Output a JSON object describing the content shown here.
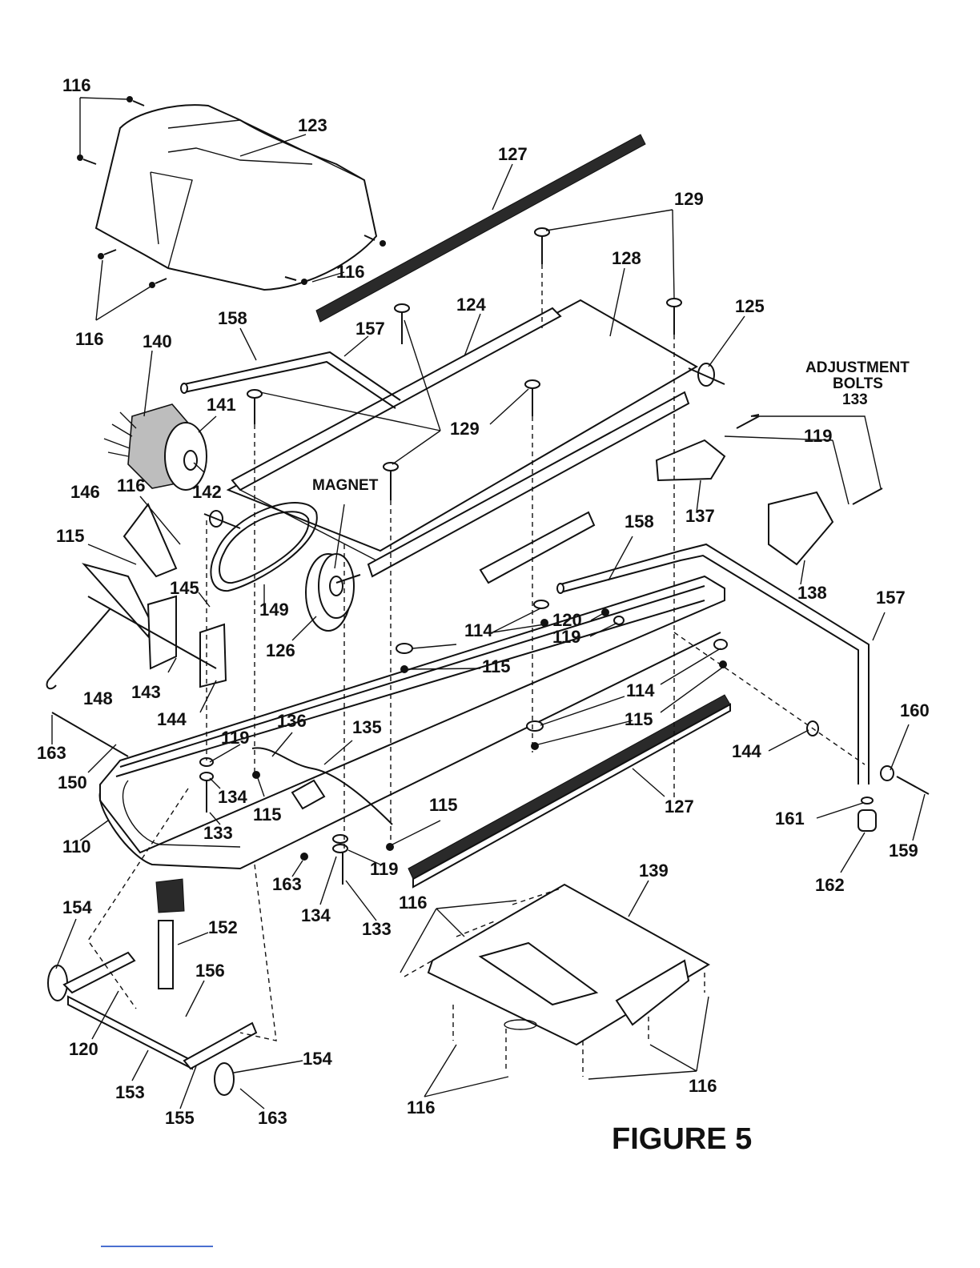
{
  "figure": {
    "title": "FIGURE 5"
  },
  "colors": {
    "ink": "#111111",
    "paper": "#ffffff",
    "link_rule": "#4a6fd0"
  },
  "callouts": {
    "c116a": "116",
    "c123": "123",
    "c127a": "127",
    "c129a": "129",
    "c128": "128",
    "c116b": "116",
    "c116c": "116",
    "c124": "124",
    "c125": "125",
    "c158a": "158",
    "c157a": "157",
    "c140": "140",
    "c141": "141",
    "c129b": "129",
    "c119a": "119",
    "c142": "142",
    "c116d": "116",
    "c146": "146",
    "c115a": "115",
    "c137": "137",
    "c138": "138",
    "c158b": "158",
    "c157b": "157",
    "c145": "145",
    "c149": "149",
    "c126": "126",
    "c114a": "114",
    "c115b": "115",
    "c120a": "120",
    "c119b": "119",
    "c148": "148",
    "c143": "143",
    "c144a": "144",
    "c114b": "114",
    "c115c": "115",
    "c160": "160",
    "c163a": "163",
    "c119c": "119",
    "c136": "136",
    "c135": "135",
    "c144b": "144",
    "c150": "150",
    "c134a": "134",
    "c115d": "115",
    "c127b": "127",
    "c161": "161",
    "c159": "159",
    "c110": "110",
    "c133a": "133",
    "c115e": "115",
    "c119d": "119",
    "c163b": "163",
    "c162": "162",
    "c139": "139",
    "c154a": "154",
    "c152": "152",
    "c134b": "134",
    "c133b": "133",
    "c116e": "116",
    "c156": "156",
    "c120b": "120",
    "c154b": "154",
    "c153": "153",
    "c155": "155",
    "c163c": "163",
    "c116f": "116",
    "c116g": "116"
  },
  "words": {
    "magnet": "MAGNET",
    "adjustment": "ADJUSTMENT",
    "bolts": "BOLTS",
    "bolts_number": "133"
  }
}
